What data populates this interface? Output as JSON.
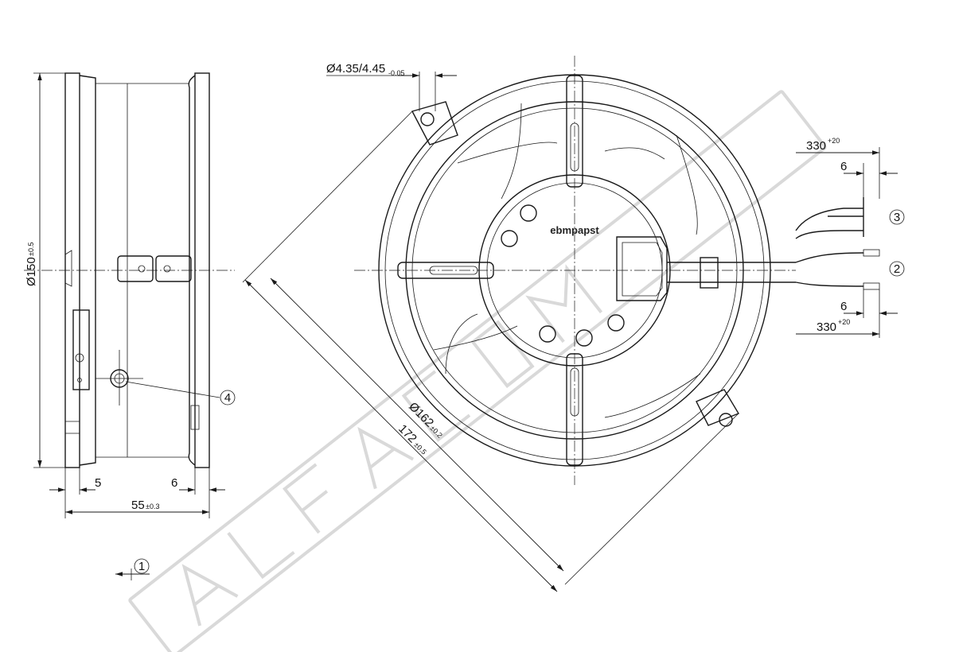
{
  "dimensions": {
    "hole_dia": {
      "main": "Ø4.35/4.45",
      "tol": "-0.05"
    },
    "overall_dia": {
      "main": "Ø150",
      "tol": "±0.5"
    },
    "flange_left": "5",
    "flange_right": "6",
    "depth": {
      "main": "55",
      "tol": "±0.3"
    },
    "hole_circle": {
      "main": "Ø162",
      "tol": "±0.2"
    },
    "square": {
      "main": "172",
      "tol": "±0.5"
    },
    "lead_top": {
      "main": "330",
      "tol": "+20"
    },
    "lead_bottom": {
      "main": "330",
      "tol": "+20"
    },
    "strip_top": "6",
    "strip_bottom": "6"
  },
  "callouts": [
    "1",
    "2",
    "3",
    "4"
  ],
  "brand_label": "ebmpapst",
  "watermark": "ALFACOM",
  "colors": {
    "line": "#1a1a1a",
    "watermark": "#d9d9d9",
    "background": "#ffffff"
  }
}
